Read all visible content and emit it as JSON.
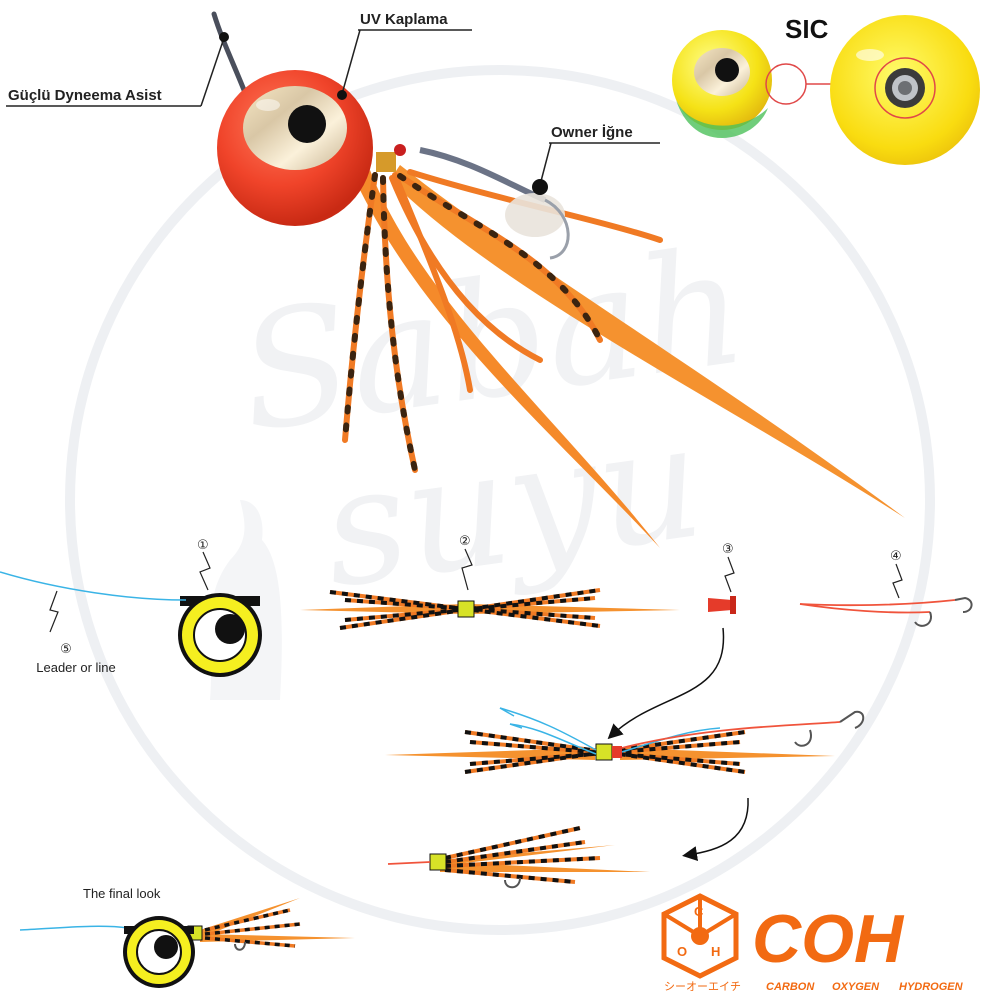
{
  "callouts": {
    "uv_coating": "UV Kaplama",
    "dyneema_assist": "Güçlü Dyneema Asist",
    "owner_hook": "Owner İğne",
    "sic": "SIC"
  },
  "steps": {
    "one": "①",
    "two": "②",
    "three": "③",
    "four": "④",
    "five": "⑤",
    "leader_caption": "Leader or line",
    "final_look": "The final look"
  },
  "brand": {
    "name": "COH",
    "kana": "シーオーエイチ",
    "carbon": "CARBON",
    "oxygen": "OXYGEN",
    "hydrogen": "HYDROGEN",
    "logo_letters": [
      "C",
      "O",
      "H"
    ]
  },
  "watermark": {
    "line1": "Sabah",
    "line2": "suyu"
  },
  "colors": {
    "head_red": "#f0442a",
    "skirt_orange": "#f58a2a",
    "brand_orange": "#f26a12",
    "sic_yellow": "#f5e216",
    "line_blue": "#3ab4e6"
  }
}
